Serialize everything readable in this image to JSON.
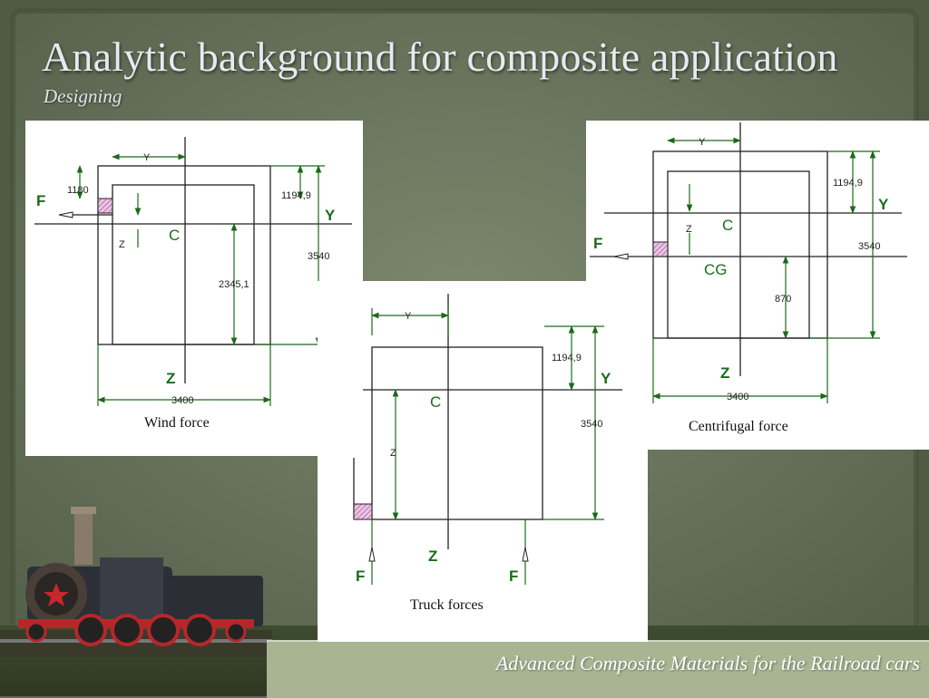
{
  "slide": {
    "title": "Analytic background for composite application",
    "subtitle": "Designing",
    "footer": "Advanced  Composite Materials  for the Railroad cars",
    "colors": {
      "background": "#5f6b55",
      "footer_band": "#a7b592",
      "dimension_lines": "#1b6a1b",
      "hatch": "#b04fa0"
    }
  },
  "diagrams": {
    "wind": {
      "caption": "Wind force",
      "force": "F",
      "axis_y": "Y",
      "axis_z": "Z",
      "center": "C",
      "dim_1180": "1180",
      "dim_1194": "1194,9",
      "dim_3540": "3540",
      "dim_2345": "2345,1",
      "dim_3400": "3400",
      "dim_y": "Y",
      "dim_z": "Z"
    },
    "truck": {
      "caption": "Truck forces",
      "force_left": "F",
      "force_right": "F",
      "axis_y": "Y",
      "axis_z": "Z",
      "center": "C",
      "dim_1194": "1194,9",
      "dim_3540": "3540",
      "dim_y": "Y",
      "dim_z": "Z"
    },
    "centrifugal": {
      "caption": "Centrifugal force",
      "force": "F",
      "axis_y": "Y",
      "axis_z": "Z",
      "center": "C",
      "cg": "CG",
      "dim_1194": "1194,9",
      "dim_3540": "3540",
      "dim_870": "870",
      "dim_3400": "3400",
      "dim_y": "Y",
      "dim_z": "Z"
    }
  }
}
